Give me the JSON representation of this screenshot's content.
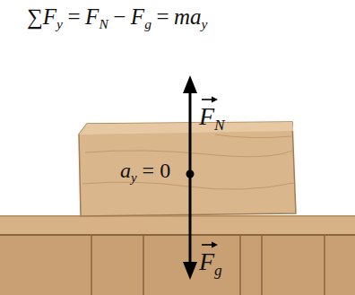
{
  "diagram": {
    "labels": [
      "∑",
      "F",
      "y",
      "=",
      "F",
      "N",
      "−",
      "F",
      "g",
      "=",
      "ma",
      "y",
      "F",
      "N",
      "a",
      "y",
      "= 0",
      "F",
      "g"
    ]
  }
}
